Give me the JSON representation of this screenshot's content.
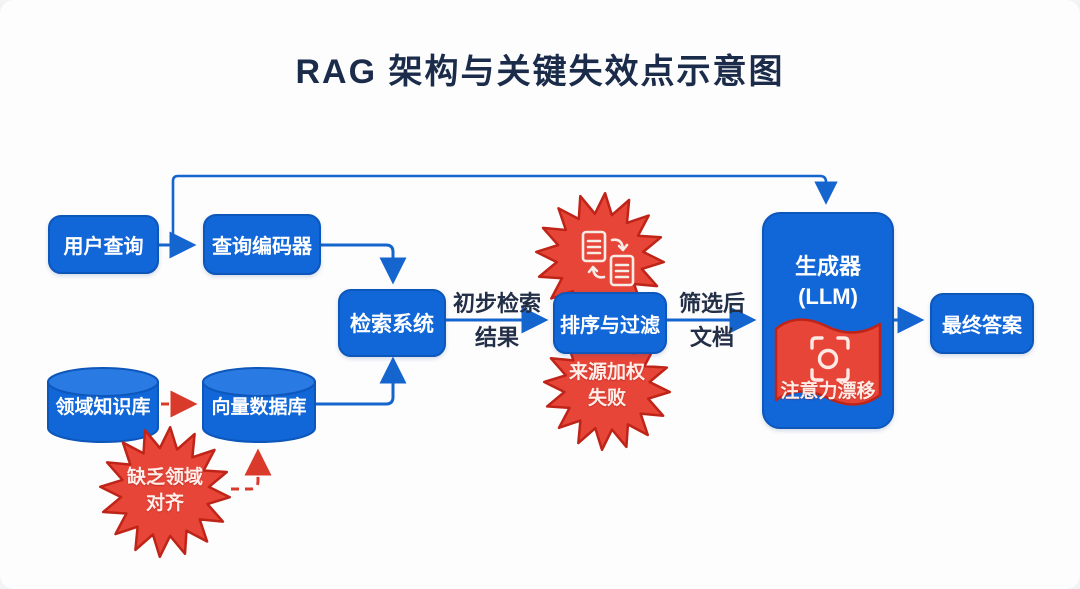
{
  "title": "RAG 架构与关键失效点示意图",
  "nodes": {
    "user_query": "用户查询",
    "query_encoder": "查询编码器",
    "retrieval_system": "检索系统",
    "rank_filter": "排序与过滤",
    "generator": {
      "line1": "生成器",
      "line2": "(LLM)"
    },
    "final_answer": "最终答案",
    "domain_kb": "领域知识库",
    "vector_db": "向量数据库"
  },
  "edges": {
    "initial_results": {
      "line1": "初步检索",
      "line2": "结果"
    },
    "filtered_docs": {
      "line1": "筛选后",
      "line2": "文档"
    }
  },
  "failures": {
    "document_reorder": {
      "icon": "document-reorder-icon"
    },
    "source_weighting": {
      "line1": "来源加权",
      "line2": "失败"
    },
    "domain_alignment": {
      "line1": "缺乏领域",
      "line2": "对齐"
    },
    "attention_drift": {
      "label": "注意力漂移",
      "icon": "focus-target-icon"
    }
  },
  "colors": {
    "node_blue": "#1166d8",
    "node_border": "#0d57bb",
    "node_text": "#ffffff",
    "failure_red": "#e64538",
    "failure_border": "#bf2418",
    "arrow_blue": "#1565cf",
    "dashed_red": "#d93a2c",
    "title_navy": "#1b2b4a",
    "edge_label": "#232f47"
  }
}
